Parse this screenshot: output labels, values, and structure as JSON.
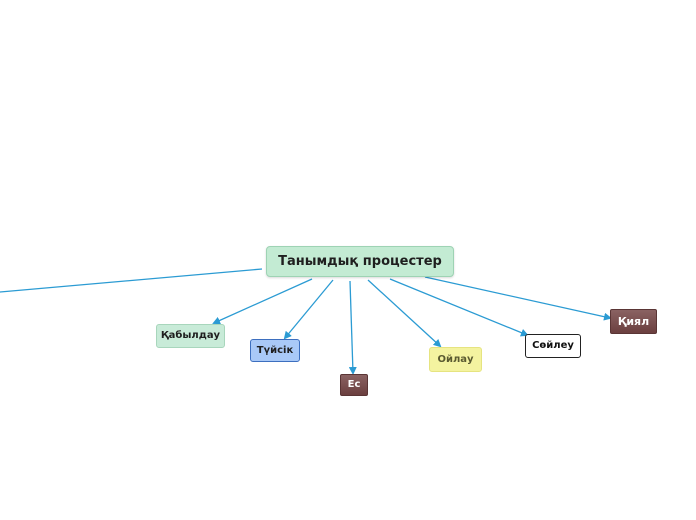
{
  "diagram": {
    "type": "mind-map",
    "edge_color": "#2b9bd3",
    "root": {
      "label": "Танымдық процестер"
    },
    "children": [
      {
        "label": "Қабылдау"
      },
      {
        "label": "Түйсік"
      },
      {
        "label": "Ес"
      },
      {
        "label": "Ойлау"
      },
      {
        "label": "Сөйлеу"
      },
      {
        "label": "Қиял"
      }
    ]
  }
}
